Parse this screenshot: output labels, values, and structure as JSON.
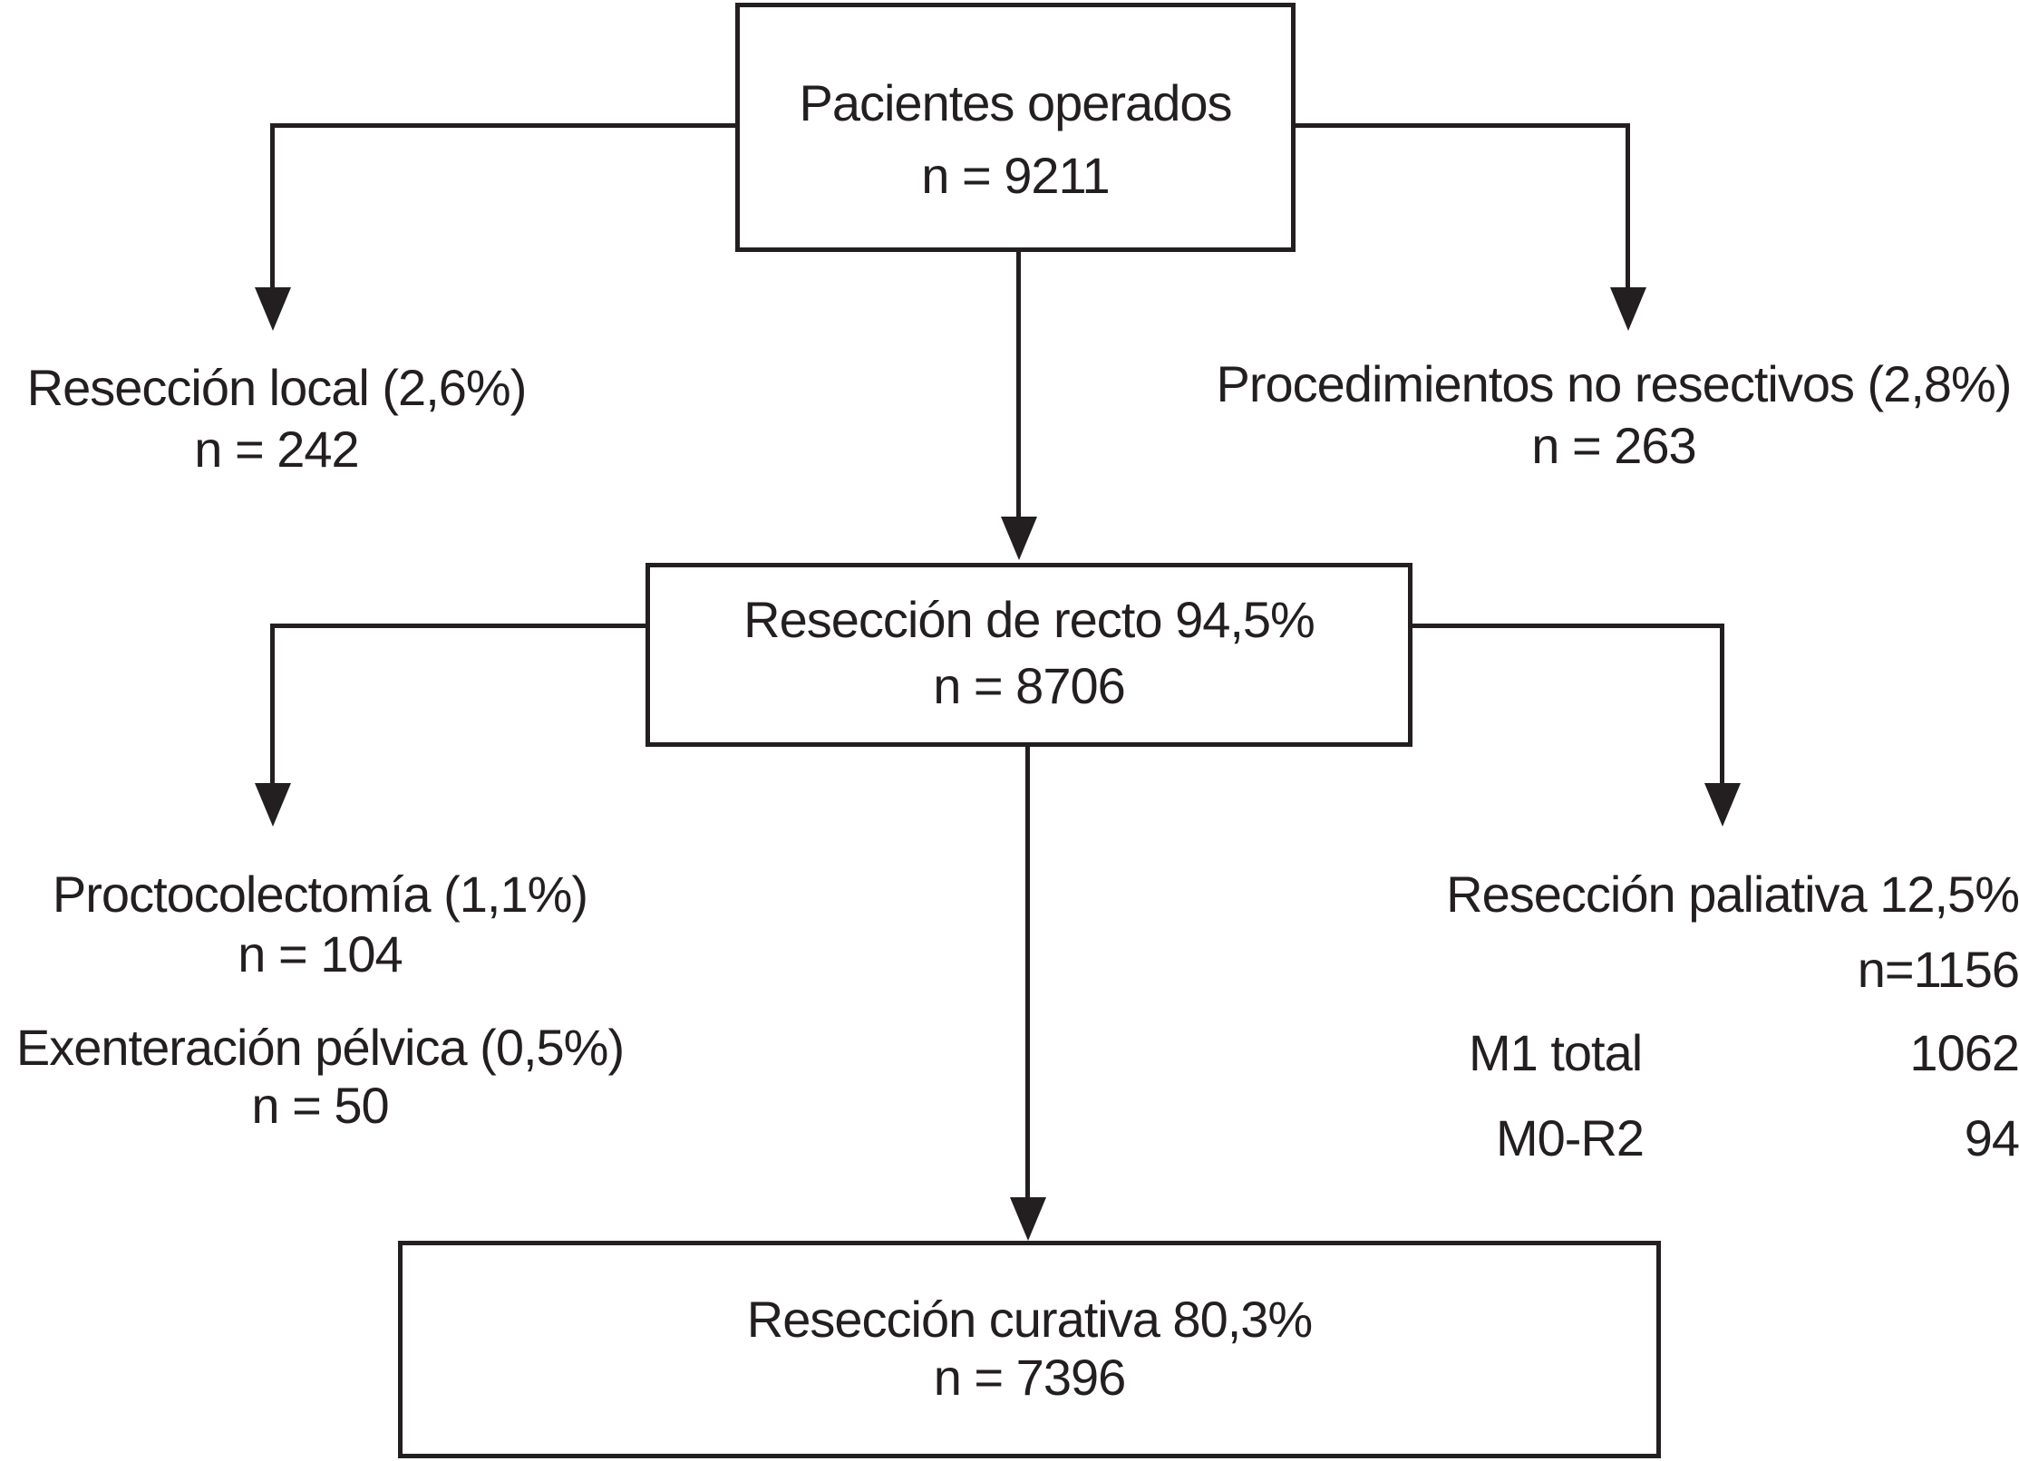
{
  "colors": {
    "ink": "#231f20",
    "background": "#ffffff"
  },
  "boxes": {
    "operated": {
      "line1": "Pacientes operados",
      "line2": "n = 9211"
    },
    "rectum_resection": {
      "line1": "Resección de recto 94,5%",
      "line2": "n = 8706"
    },
    "curative_resection": {
      "line1": "Resección curativa 80,3%",
      "line2": "n = 7396"
    }
  },
  "labels": {
    "local_resection": {
      "line1": "Resección local (2,6%)",
      "line2": "n = 242"
    },
    "non_resective_procedures": {
      "line1": "Procedimientos no resectivos (2,8%)",
      "line2": "n = 263"
    },
    "proctocolectomy": {
      "line1": "Proctocolectomía (1,1%)",
      "line2": "n = 104"
    },
    "pelvic_exenteration": {
      "line1": "Exenteración pélvica (0,5%)",
      "line2": "n = 50"
    },
    "palliative_resection": {
      "line1": "Resección paliativa 12,5%",
      "line2": "n=1156",
      "rows": [
        {
          "label": "M1 total",
          "value": "1062"
        },
        {
          "label": "M0-R2",
          "value": "94"
        }
      ]
    }
  }
}
